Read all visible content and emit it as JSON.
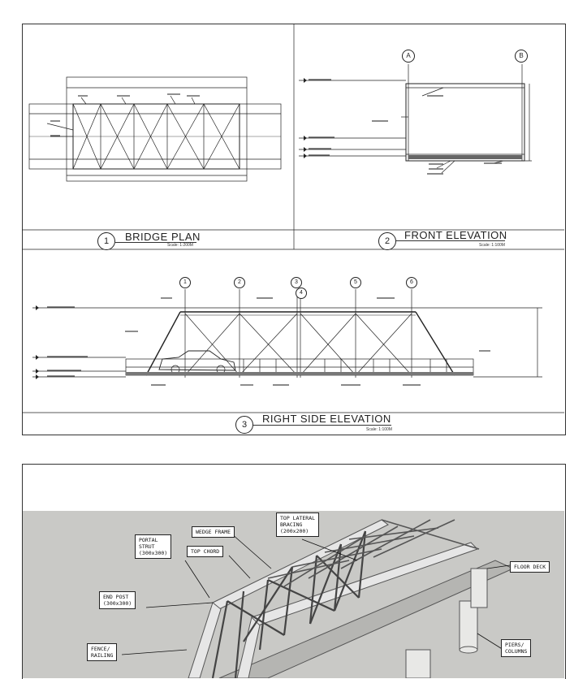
{
  "panels": {
    "bridge_plan": {
      "number": "1",
      "title": "BRIDGE PLAN",
      "scale": "Scale: 1:200M"
    },
    "front_elevation": {
      "number": "2",
      "title": "FRONT ELEVATION",
      "scale": "Scale: 1:100M",
      "grid_a": "A",
      "grid_b": "B"
    },
    "right_side_elevation": {
      "number": "3",
      "title": "RIGHT SIDE ELEVATION",
      "scale": "Scale: 1:100M",
      "gridlines": [
        "1",
        "2",
        "3",
        "4",
        "5",
        "6"
      ]
    }
  },
  "render_callouts": {
    "top_lateral_bracing": "TOP LATERAL\nBRACING\n(200x200)",
    "wedge_frame": "WEDGE FRAME",
    "portal_strut": "PORTAL\nSTRUT\n(300x300)",
    "top_chord": "TOP CHORD",
    "floor_deck": "FLOOR DECK",
    "end_post": "END POST\n(300x300)",
    "fence_railing": "FENCE/\nRAILING",
    "piers_columns": "PIERS/\nCOLUMNS"
  },
  "colors": {
    "line": "#222222",
    "render_bg": "#c9c9c6",
    "steel": "#e6e6e6"
  }
}
